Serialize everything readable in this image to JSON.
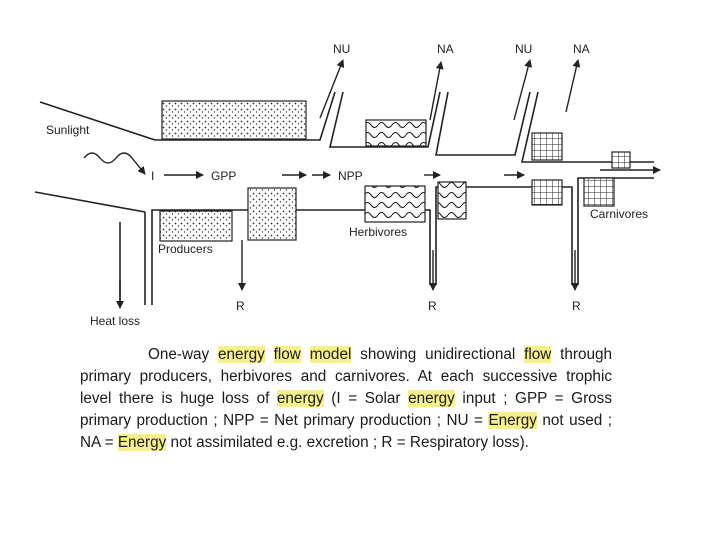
{
  "labels": {
    "sunlight": "Sunlight",
    "i": "I",
    "gpp": "GPP",
    "npp": "NPP",
    "nu_1": "NU",
    "na_1": "NA",
    "nu_2": "NU",
    "na_2": "NA",
    "producers": "Producers",
    "herbivores": "Herbivores",
    "carnivores": "Carnivores",
    "heat_loss": "Heat loss",
    "r_1": "R",
    "r_2": "R",
    "r_3": "R"
  },
  "caption": {
    "p1": "One-way ",
    "h1": "energy",
    "p2": " ",
    "h2": "flow",
    "p3": " ",
    "h3": "model",
    "p4": " showing unidirectional ",
    "h4": "flow",
    "p5": " through primary producers, herbivores and carnivores. At each successive trophic level there is huge loss of ",
    "h5": "energy",
    "p6": " (I = Solar ",
    "h6": "energy",
    "p7": " input ; GPP = Gross primary production ; NPP = Net primary production ; NU = ",
    "h7": "Energy",
    "p8": " not used ; NA = ",
    "h8": "Energy",
    "p9": " not assimilated e.g. excretion ; R = Respiratory loss)."
  },
  "colors": {
    "highlight": "#f4f08a",
    "line": "#222222"
  }
}
